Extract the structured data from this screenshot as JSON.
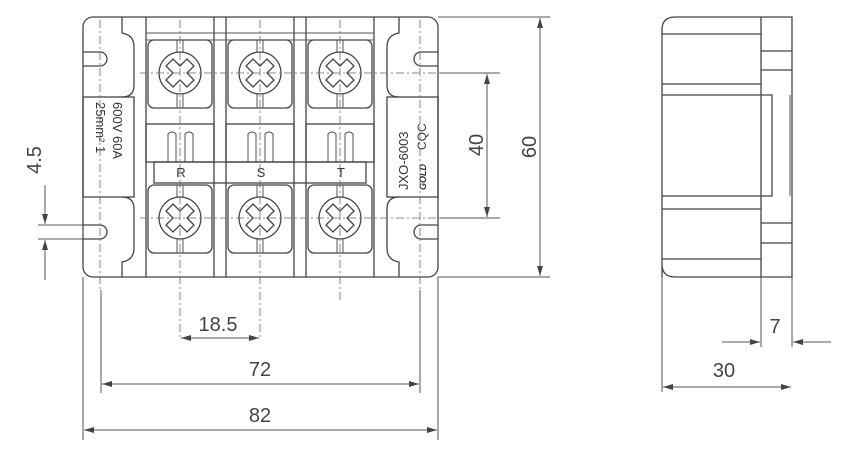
{
  "front_view": {
    "left_label": {
      "line1": "600V  60A",
      "line2": "25mm² 1"
    },
    "right_label": {
      "model": "JXO-6003",
      "cert": "CQC",
      "brand_logo": "GOLD"
    },
    "terminals": [
      "R",
      "S",
      "T"
    ]
  },
  "dimensions": {
    "overall_width": "82",
    "hole_spacing_width": "72",
    "terminal_pitch": "18.5",
    "hole_spacing_height": "40",
    "overall_height": "60",
    "hole_diameter": "4.5"
  },
  "side_view": {
    "depth": "30",
    "flange": "7"
  }
}
